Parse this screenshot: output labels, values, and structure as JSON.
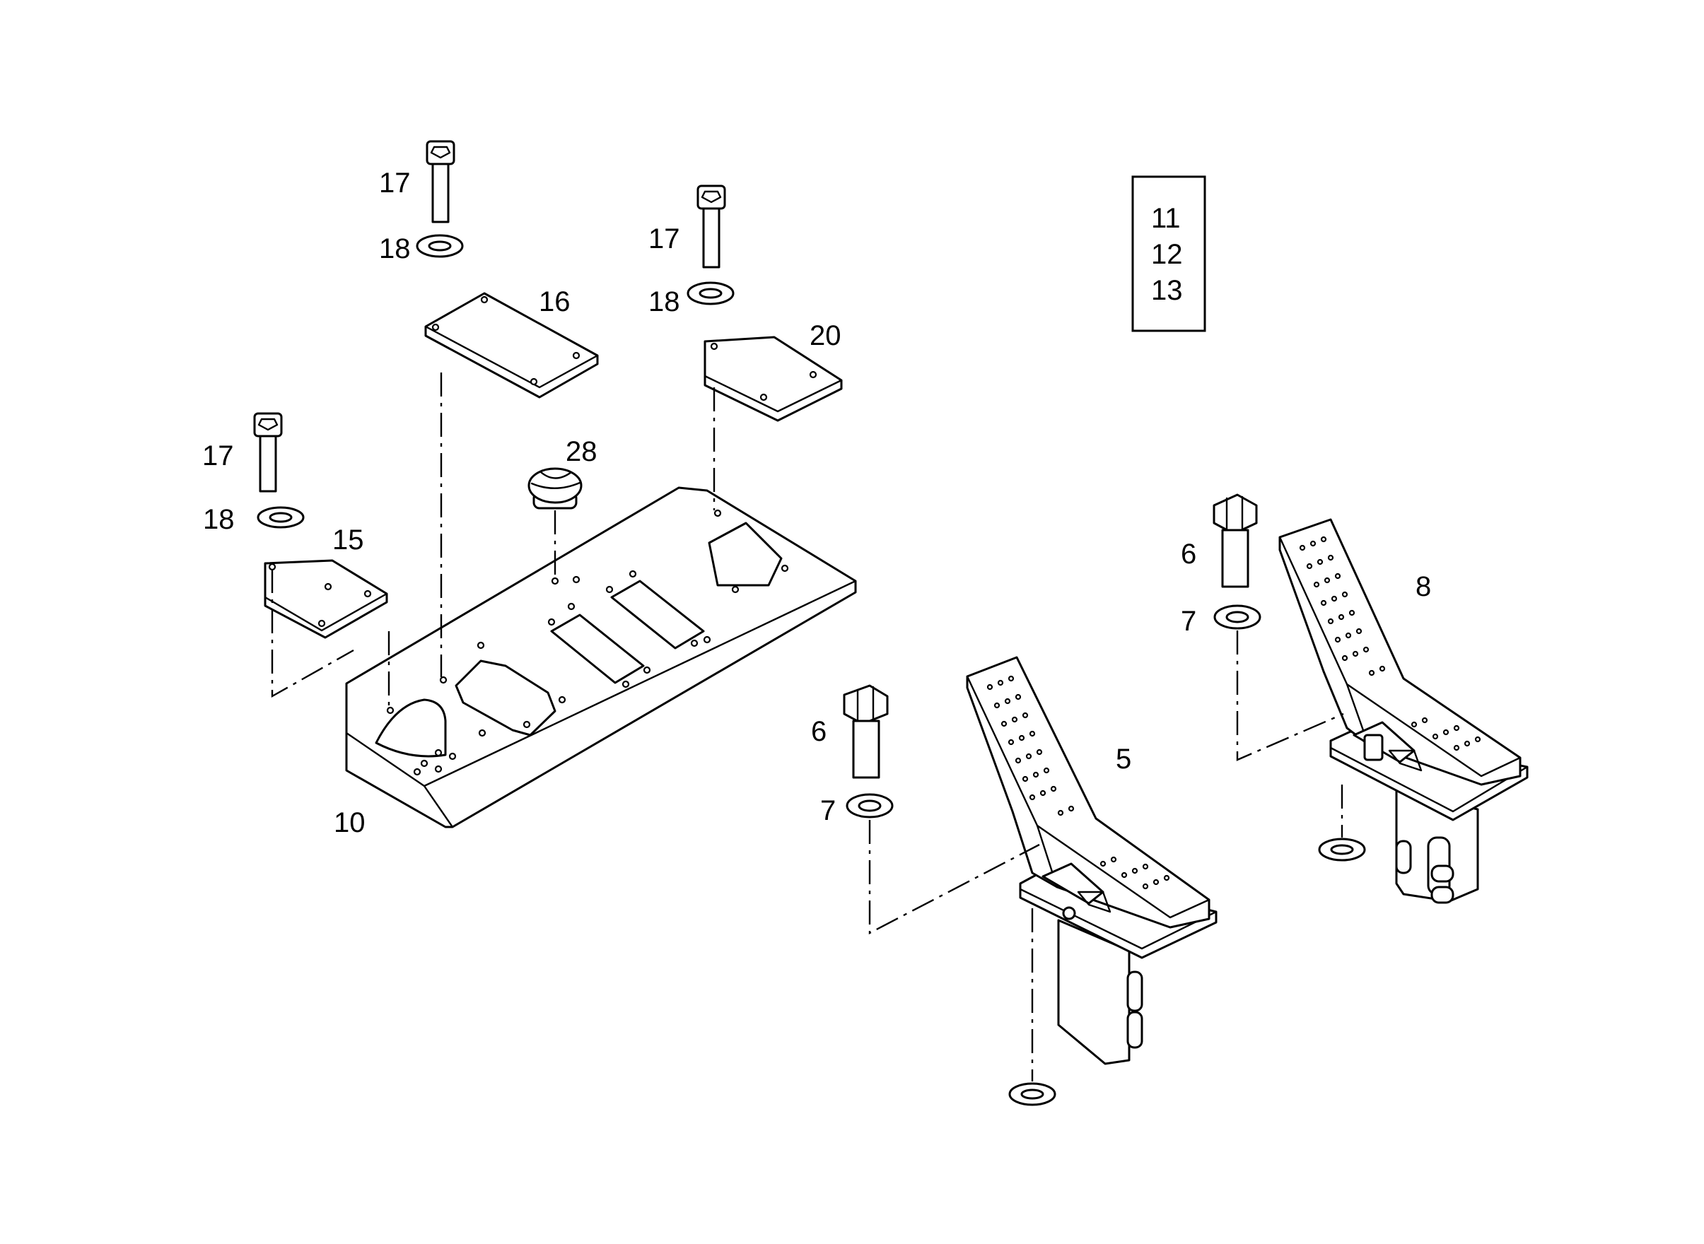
{
  "callouts": {
    "base_plate": "10",
    "cover_left": "15",
    "cover_rect": "16",
    "cover_right": "20",
    "plug": "28",
    "screw_left": "17",
    "washer_left": "18",
    "screw_mid": "17",
    "washer_mid": "18",
    "screw_right": "17",
    "washer_right": "18",
    "pedal_left": "5",
    "bolt_left": "6",
    "washer_bolt_left": "7",
    "pedal_right": "8",
    "bolt_right": "6",
    "washer_bolt_right": "7"
  },
  "legend": [
    "11",
    "12",
    "13"
  ]
}
